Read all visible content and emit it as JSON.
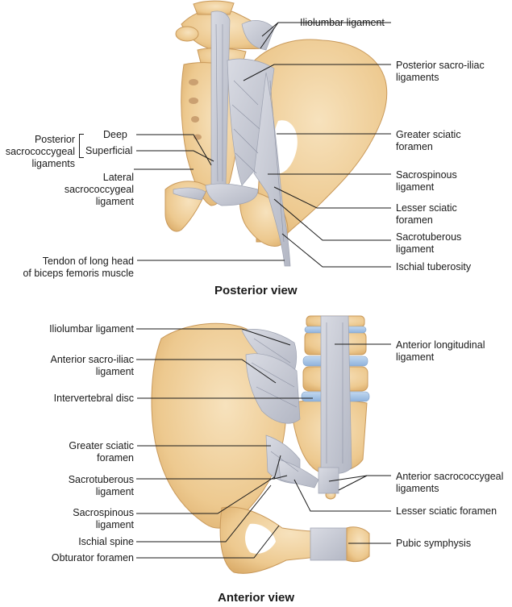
{
  "posterior": {
    "title": "Posterior view",
    "labels": {
      "iliolumbar": "Iliolumbar ligament",
      "post_sacroiliac": [
        "Posterior sacro-iliac",
        "ligaments"
      ],
      "post_sacrococcygeal": [
        "Posterior",
        "sacrococcygeal",
        "ligaments"
      ],
      "deep": "Deep",
      "superficial": "Superficial",
      "lateral_sacrococcygeal": [
        "Lateral",
        "sacrococcygeal",
        "ligament"
      ],
      "greater_sciatic": [
        "Greater sciatic",
        "foramen"
      ],
      "sacrospinous": [
        "Sacrospinous",
        "ligament"
      ],
      "lesser_sciatic": [
        "Lesser sciatic",
        "foramen"
      ],
      "sacrotuberous": [
        "Sacrotuberous",
        "ligament"
      ],
      "ischial_tuberosity": "Ischial tuberosity",
      "biceps_tendon": [
        "Tendon of long head",
        "of biceps femoris muscle"
      ]
    }
  },
  "anterior": {
    "title": "Anterior view",
    "labels": {
      "iliolumbar": "Iliolumbar ligament",
      "ant_sacroiliac": [
        "Anterior sacro-iliac",
        "ligament"
      ],
      "intervertebral_disc": "Intervertebral disc",
      "greater_sciatic": [
        "Greater sciatic",
        "foramen"
      ],
      "sacrotuberous": [
        "Sacrotuberous",
        "ligament"
      ],
      "sacrospinous": [
        "Sacrospinous",
        "ligament"
      ],
      "ischial_spine": "Ischial spine",
      "obturator": "Obturator foramen",
      "ant_longitudinal": [
        "Anterior longitudinal",
        "ligament"
      ],
      "ant_sacrococcygeal": [
        "Anterior sacrococcygeal",
        "ligaments"
      ],
      "lesser_sciatic": "Lesser sciatic foramen",
      "pubic_symphysis": "Pubic symphysis"
    }
  },
  "colors": {
    "bone": "#edc98f",
    "bone_light": "#f6e1bb",
    "bone_dark": "#d8a866",
    "ligament": "#c9ccd6",
    "ligament_dark": "#a7abb8",
    "disc": "#a9c6e6",
    "leader": "#1a1a1a"
  }
}
